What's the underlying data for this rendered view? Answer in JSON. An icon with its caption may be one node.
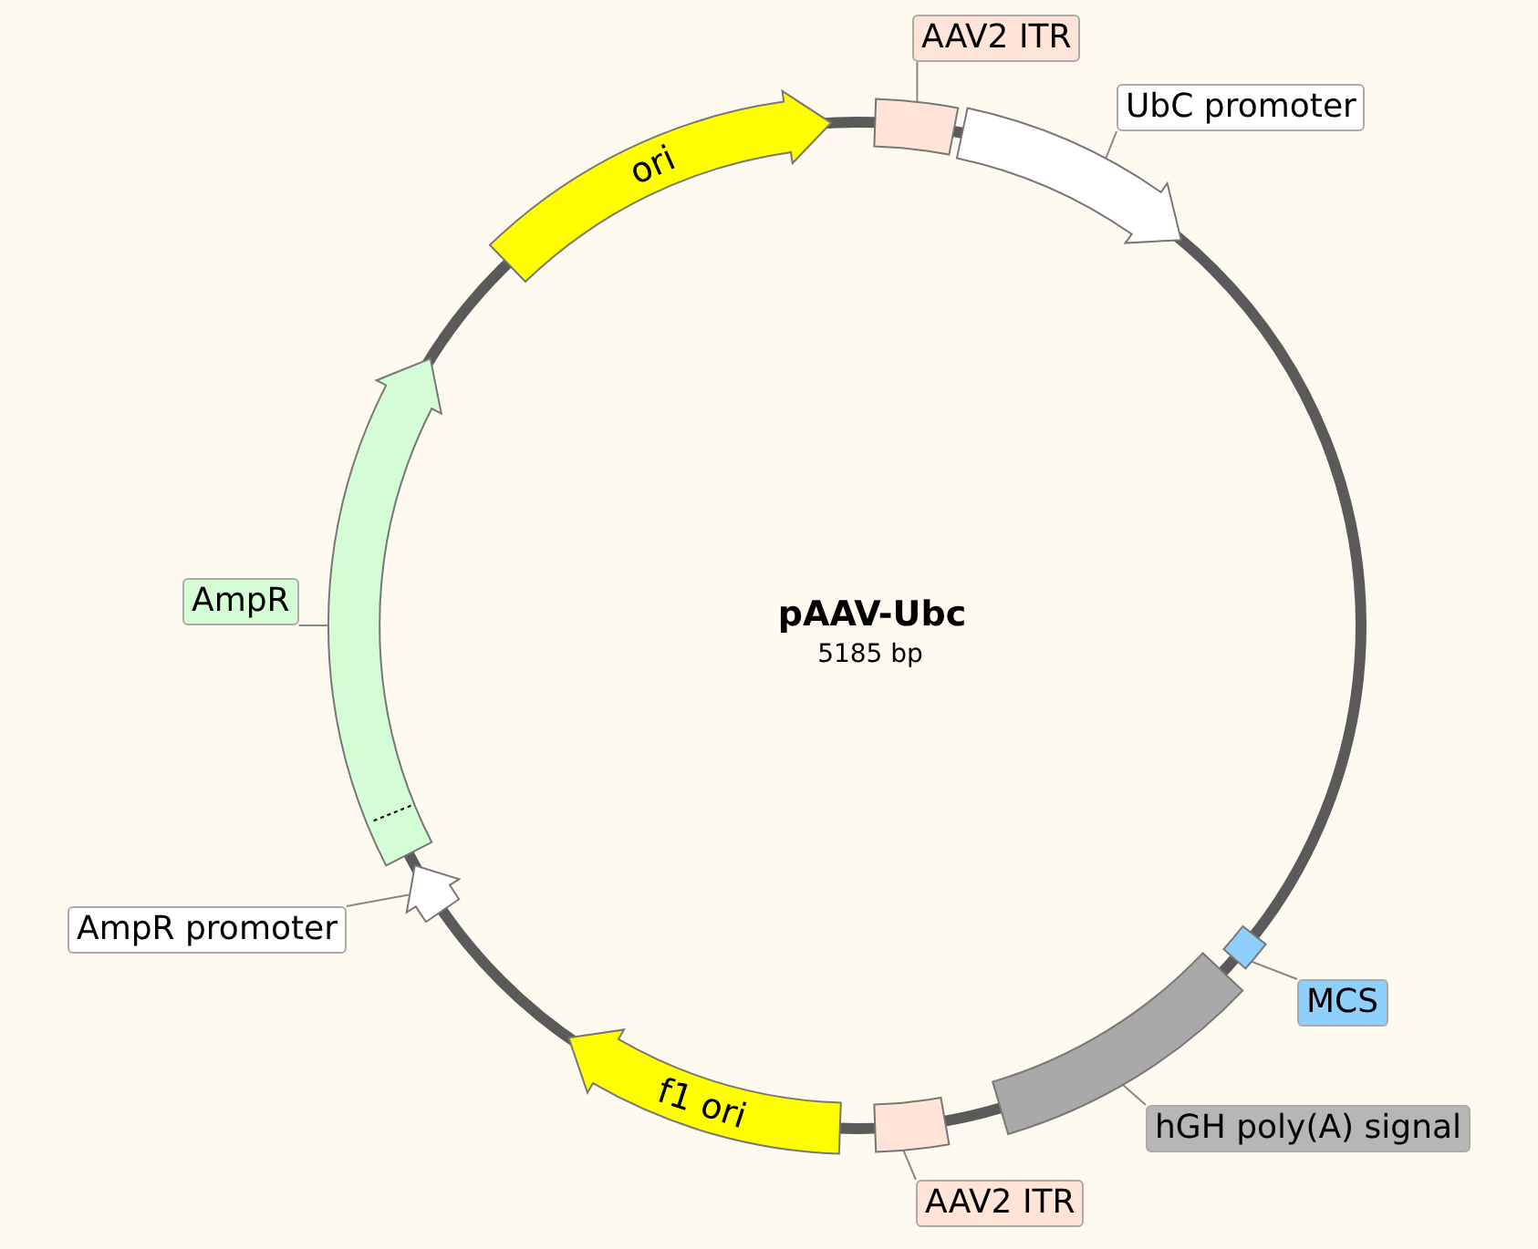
{
  "diagram": {
    "title": "pAAV-Ubc",
    "nodes": [
      {
        "text": [
          "ori"
        ]
      },
      {
        "text": [],
        "shape": "box"
      },
      {
        "text": [
          "AAV2 ITR"
        ]
      },
      {
        "text": [],
        "shape": "arrow"
      },
      {
        "text": [
          "UbC promoter"
        ]
      },
      {
        "text": [],
        "shape": "box"
      },
      {
        "text": [
          "MCS"
        ]
      },
      {
        "text": [],
        "shape": "box"
      },
      {
        "text": [
          "hGH poly(A) signal"
        ]
      },
      {
        "text": [],
        "shape": "box"
      },
      {
        "text": [
          "AAV2 ITR"
        ]
      },
      {
        "text": [
          "f1 ori"
        ]
      },
      {
        "text": [],
        "shape": "arrow"
      },
      {
        "text": [
          "AmpR promoter"
        ]
      },
      {
        "text": [],
        "shape": "arrow"
      },
      {
        "text": [
          "AmpR"
        ]
      }
    ],
    "edges": [
      {
        "from": 2,
        "to": 1,
        "arrow": "none"
      },
      {
        "from": 4,
        "to": 3,
        "arrow": "none"
      },
      {
        "from": 6,
        "to": 5,
        "arrow": "none"
      },
      {
        "from": 8,
        "to": 7,
        "arrow": "none"
      },
      {
        "from": 10,
        "to": 9,
        "arrow": "none"
      },
      {
        "from": 13,
        "to": 12,
        "arrow": "none"
      },
      {
        "from": 15,
        "to": 14,
        "arrow": "none"
      }
    ],
    "labels": [
      "5185 bp"
    ]
  }
}
